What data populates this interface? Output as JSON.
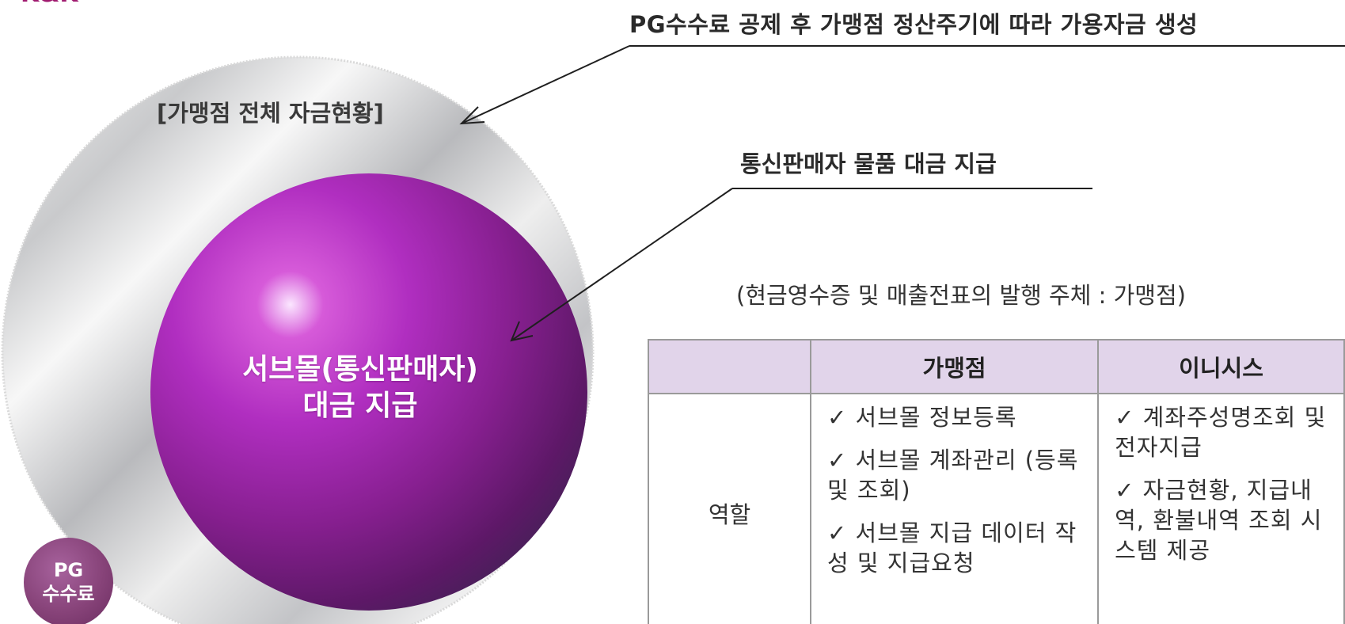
{
  "brand": {
    "logo_text": "K&K"
  },
  "callouts": {
    "top": "PG수수료 공제 후 가맹점 정산주기에 따라 가용자금 생성",
    "middle": "통신판매자 물품 대금 지급",
    "issuer_note": "(현금영수증 및 매출전표의 발행 주체 : 가맹점)"
  },
  "outer_circle": {
    "label": "[가맹점 전체 자금현황]"
  },
  "inner_sphere": {
    "line1": "서브몰(통신판매자)",
    "line2": "대금 지급"
  },
  "pg_fee": {
    "line1": "PG",
    "line2": "수수료"
  },
  "table": {
    "headers": [
      "",
      "가맹점",
      "이니시스"
    ],
    "row_label": "역할",
    "merchant_items": [
      "✓ 서브몰 정보등록",
      "✓ 서브몰 계좌관리 (등록 및 조회)",
      "✓ 서브몰 지급 데이터 작성 및 지급요청"
    ],
    "inicis_items": [
      "✓ 계좌주성명조회 및 전자지급",
      "✓ 자금현황, 지급내역, 환불내역 조회 시스템 제공"
    ]
  },
  "colors": {
    "sphere": "#9b1fa8",
    "header_bg": "#e1d4ea",
    "pg_fee": "#874379",
    "logo": "#a01a6f"
  }
}
